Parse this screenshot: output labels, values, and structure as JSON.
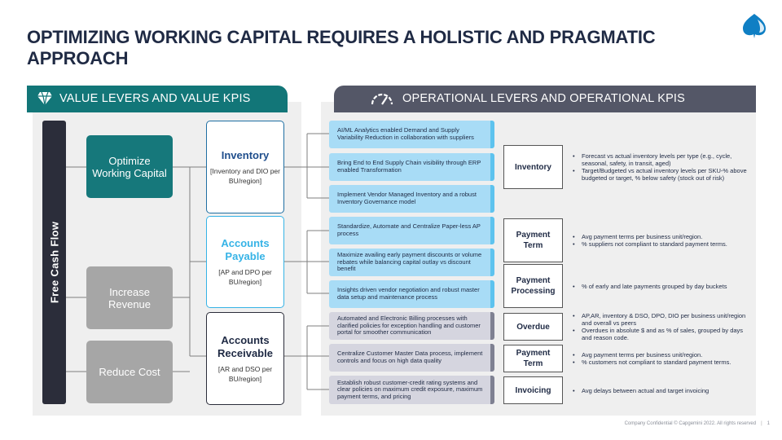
{
  "title": "OPTIMIZING WORKING CAPITAL REQUIRES A HOLISTIC AND PRAGMATIC APPROACH",
  "left_header": "VALUE LEVERS AND VALUE KPIS",
  "right_header": "OPERATIONAL  LEVERS AND OPERATIONAL  KPIS",
  "fcf_label": "Free Cash Flow",
  "levers": {
    "optimize": "Optimize Working Capital",
    "increase": "Increase Revenue",
    "reduce": "Reduce Cost"
  },
  "value_kpis": {
    "inventory": {
      "title": "Inventory",
      "sub": "[Inventory and DIO per BU/region]"
    },
    "payable": {
      "title": "Accounts Payable",
      "sub": "[AP and DPO per BU/region]"
    },
    "receivable": {
      "title": "Accounts Receivable",
      "sub": "[AR and DSO per BU/region]"
    }
  },
  "op_levers": [
    "AI/ML Analytics enabled Demand and Supply Variability Reduction in collaboration with suppliers",
    "Bring End to End Supply Chain visibility through ERP enabled Transformation",
    "Implement Vendor Managed Inventory and a robust Inventory Governance model",
    "Standardize, Automate and Centralize Paper-less AP process",
    "Maximize availing early payment discounts or volume rebates while balancing capital outlay vs discount benefit",
    "Insights driven vendor negotiation  and robust master data setup and maintenance process",
    "Automated and Electronic Billing processes with clarified policies for exception handling and customer portal for  smoother communication",
    "Centralize Customer Master Data process, implement controls and focus on high data quality",
    "Establish robust customer-credit rating systems and clear policies on maximum credit exposure, maximum payment terms, and pricing"
  ],
  "op_categories": {
    "inventory": "Inventory",
    "payment_term_1": "Payment Term",
    "payment_processing": "Payment Processing",
    "overdue": "Overdue",
    "payment_term_2": "Payment Term",
    "invoicing": "Invoicing"
  },
  "op_kpis": {
    "inventory": [
      "Forecast vs actual inventory levels per type  (e.g., cycle, seasonal, safety, in transit, aged)",
      "Target/Budgeted vs actual inventory levels per SKU-% above budgeted or target, % below safety (stock out of risk)"
    ],
    "payment_term_1": [
      "Avg payment terms per business unit/region.",
      "% suppliers not compliant to standard payment terms."
    ],
    "payment_processing": [
      "% of early and late payments grouped  by day buckets"
    ],
    "overdue": [
      "AP,AR, inventory & DSO, DPO, DIO per business unit/region and overall vs peers",
      "Overdues in absolute $ and as % of sales, grouped by days and reason code."
    ],
    "payment_term_2": [
      "Avg payment terms per business unit/region.",
      "% customers not compliant to standard payment terms."
    ],
    "invoicing": [
      "Avg delays between actual and target invoicing"
    ]
  },
  "footer": {
    "text": "Company Confidential  © Capgemini 2022. All rights reserved",
    "page": "1"
  },
  "colors": {
    "teal": "#16787b",
    "slate": "#545767",
    "navy": "#2b2d3a",
    "light_blue": "#a8dcf6",
    "accent_blue": "#5ec3ee",
    "grey_box": "#d5d5df",
    "lever_grey": "#a6a6a6",
    "logo_blue": "#0f7fc4"
  },
  "icons": {
    "logo": "capgemini-spade-icon",
    "left_header": "diamond-icon",
    "right_header": "gauge-icon"
  }
}
